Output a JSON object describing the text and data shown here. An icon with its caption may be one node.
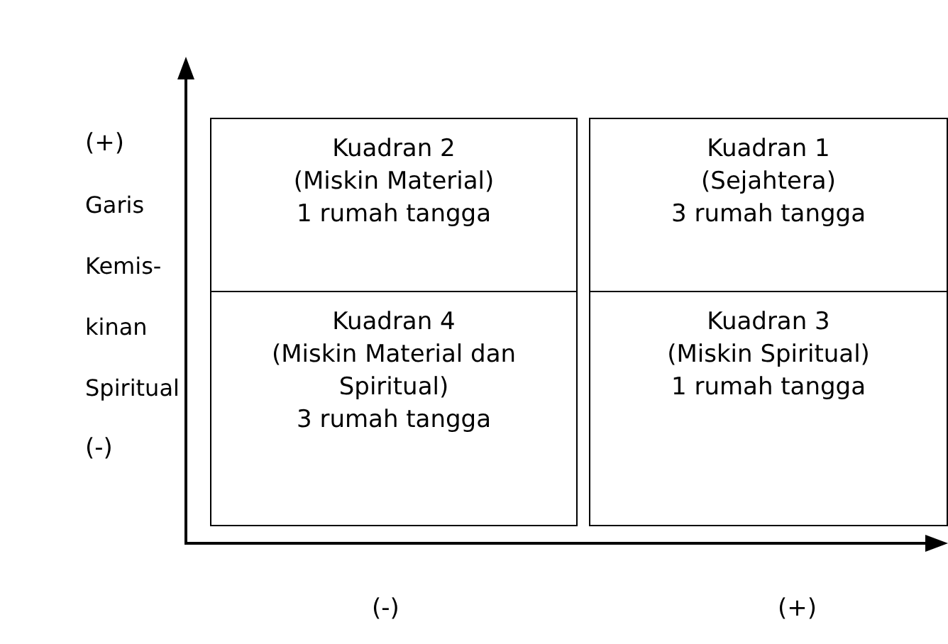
{
  "diagram": {
    "nodes": [
      {
        "text": [
          "Kuadran 2",
          "(Miskin Material)",
          "1 rumah tangga"
        ]
      },
      {
        "text": [
          "Kuadran 1",
          "(Sejahtera)",
          "3 rumah tangga"
        ]
      },
      {
        "text": [
          "Kuadran 4",
          "(Miskin Material dan Spiritual)",
          "3 rumah tangga"
        ]
      },
      {
        "text": [
          "Kuadran 3",
          "(Miskin Spiritual)",
          "1 rumah tangga"
        ]
      }
    ],
    "labels": [
      "(+)",
      "Garis Kemis- kinan Spiritual",
      "(-)",
      "(-)",
      "(+)"
    ]
  }
}
